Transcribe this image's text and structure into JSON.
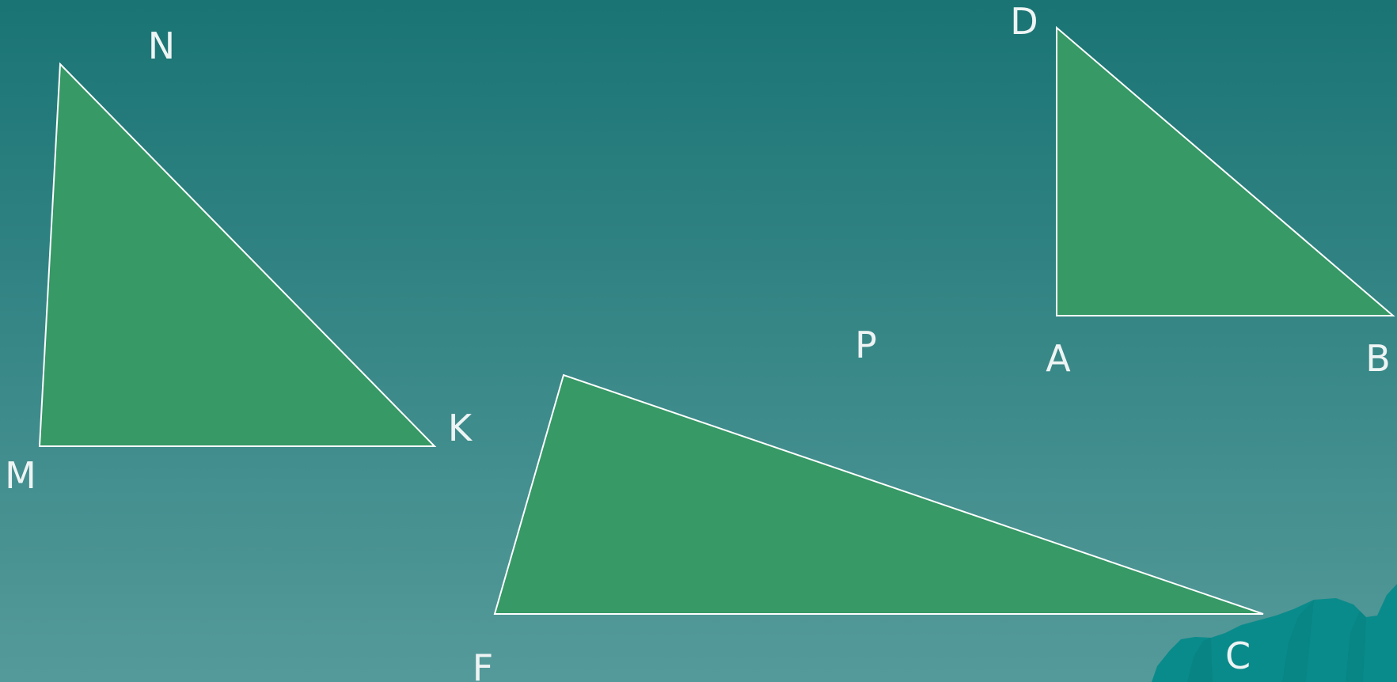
{
  "colors": {
    "background_top": "#1a7474",
    "background_bottom": "#559a9a",
    "triangle_fill": "#369966",
    "triangle_stroke": "#ffffff",
    "label_color": "#eef4f4",
    "corner_decoration": "#0a8b8b"
  },
  "triangles": [
    {
      "name": "triangle-mnk",
      "vertices": [
        "M",
        "N",
        "K"
      ]
    },
    {
      "name": "triangle-dab",
      "vertices": [
        "D",
        "A",
        "B"
      ]
    },
    {
      "name": "triangle-pfc",
      "vertices": [
        "P",
        "F",
        "C"
      ]
    }
  ],
  "labels": {
    "n": "N",
    "m": "M",
    "k": "K",
    "d": "D",
    "a": "A",
    "b": "B",
    "p": "P",
    "f": "F",
    "c": "C"
  }
}
